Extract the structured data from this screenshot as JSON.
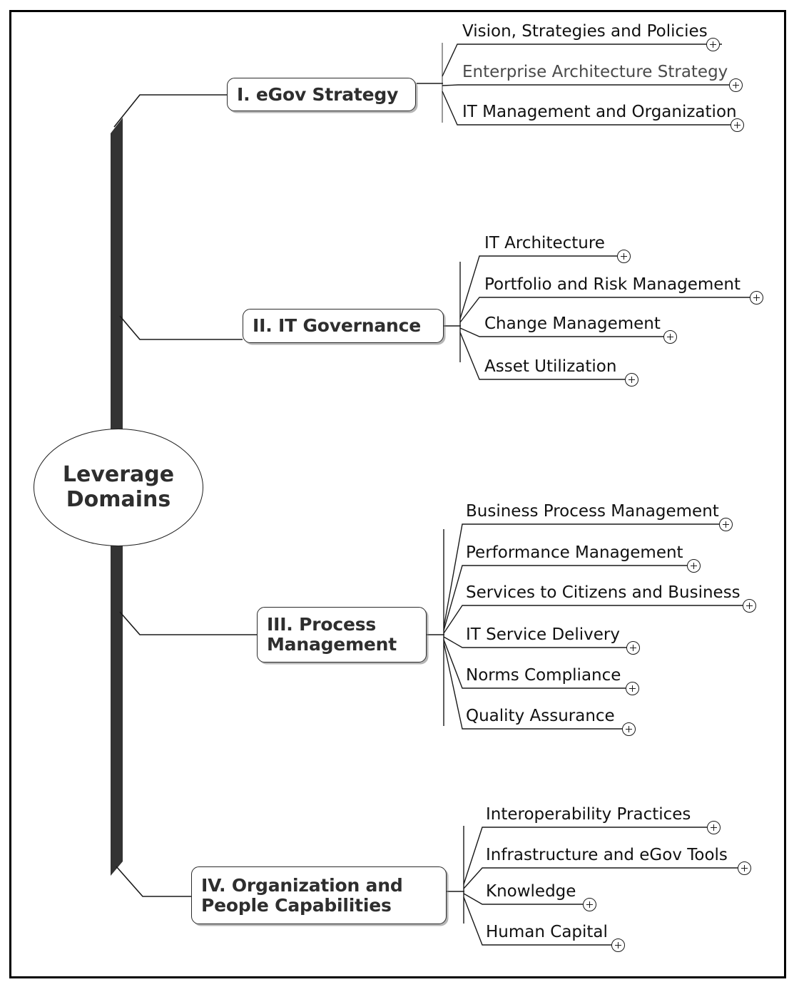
{
  "diagram": {
    "type": "mind-map",
    "root": {
      "label": "Leverage\nDomains",
      "shape": "ellipse"
    },
    "trunk_color": "#333333",
    "branches": [
      {
        "id": "branch-1",
        "label": "I. eGov Strategy",
        "leaves": [
          {
            "label": "Vision, Strategies and Policies",
            "expand_icon": "plus-icon"
          },
          {
            "label": "Enterprise Architecture Strategy",
            "expand_icon": "plus-icon"
          },
          {
            "label": "IT Management and Organization",
            "expand_icon": "plus-icon"
          }
        ]
      },
      {
        "id": "branch-2",
        "label": "II. IT Governance",
        "leaves": [
          {
            "label": "IT Architecture",
            "expand_icon": "plus-icon"
          },
          {
            "label": "Portfolio and Risk Management",
            "expand_icon": "plus-icon"
          },
          {
            "label": "Change Management",
            "expand_icon": "plus-icon"
          },
          {
            "label": "Asset Utilization",
            "expand_icon": "plus-icon"
          }
        ]
      },
      {
        "id": "branch-3",
        "label": "III. Process\nManagement",
        "leaves": [
          {
            "label": "Business Process Management",
            "expand_icon": "plus-icon"
          },
          {
            "label": "Performance Management",
            "expand_icon": "plus-icon"
          },
          {
            "label": "Services to Citizens and Business",
            "expand_icon": "plus-icon"
          },
          {
            "label": "IT Service Delivery",
            "expand_icon": "plus-icon"
          },
          {
            "label": "Norms Compliance",
            "expand_icon": "plus-icon"
          },
          {
            "label": "Quality Assurance",
            "expand_icon": "plus-icon"
          }
        ]
      },
      {
        "id": "branch-4",
        "label": "IV. Organization and\nPeople Capabilities",
        "leaves": [
          {
            "label": "Interoperability Practices",
            "expand_icon": "plus-icon"
          },
          {
            "label": "Infrastructure and eGov Tools",
            "expand_icon": "plus-icon"
          },
          {
            "label": "Knowledge",
            "expand_icon": "plus-icon"
          },
          {
            "label": "Human Capital",
            "expand_icon": "plus-icon"
          }
        ]
      }
    ]
  },
  "colors": {
    "trunk": "#333333",
    "border": "#000000",
    "node_text": "#2e2e2e",
    "leaf_text": "#111111",
    "connector": "#1a1a1a"
  }
}
